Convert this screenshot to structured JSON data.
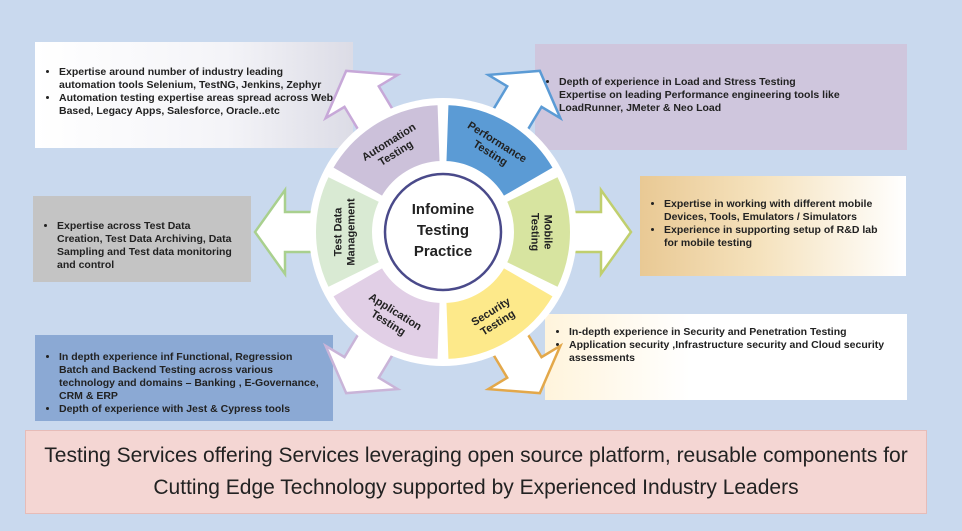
{
  "hub": {
    "lines": [
      "Infomine",
      "Testing",
      "Practice"
    ]
  },
  "segments": {
    "automation": {
      "lines": [
        "Automation",
        "Testing"
      ],
      "color": "#ccc1da"
    },
    "performance": {
      "lines": [
        "Performance",
        "Testing"
      ],
      "color": "#5b9bd5"
    },
    "mobile": {
      "lines": [
        "Mobile",
        "Testing"
      ],
      "color": "#d7e4a0"
    },
    "security": {
      "lines": [
        "Security",
        "Testing"
      ],
      "color": "#fde98a"
    },
    "application": {
      "lines": [
        "Application",
        "Testing"
      ],
      "color": "#e1cfe6"
    },
    "testdata": {
      "lines": [
        "Test Data",
        "Management"
      ],
      "color": "#d9ead3"
    }
  },
  "boxes": {
    "automation": [
      "Expertise around number of industry leading automation tools Selenium, TestNG, Jenkins, Zephyr",
      "Automation testing expertise areas spread across Web Based, Legacy Apps, Salesforce, Oracle..etc"
    ],
    "performance": [
      "Depth of experience in Load and Stress Testing",
      "Expertise on leading Performance engineering tools like LoadRunner, JMeter & Neo Load"
    ],
    "testdata": [
      "Expertise across Test Data Creation, Test Data Archiving,  Data Sampling and Test data monitoring  and control"
    ],
    "mobile": [
      "Expertise in working with different mobile Devices, Tools, Emulators / Simulators",
      "Experience in supporting setup of R&D lab for mobile testing"
    ],
    "security": [
      "In-depth experience in Security and Penetration Testing",
      "Application security ,Infrastructure  security  and Cloud security  assessments"
    ],
    "application": [
      "In depth experience inf Functional,  Regression Batch and Backend Testing across various technology and domains – Banking , E-Governance, CRM & ERP",
      "Depth of experience with Jest & Cypress tools"
    ]
  },
  "footer": {
    "line1": "Testing Services offering Services leveraging open source platform, reusable components for",
    "line2": "Cutting Edge Technology supported by Experienced Industry Leaders"
  }
}
